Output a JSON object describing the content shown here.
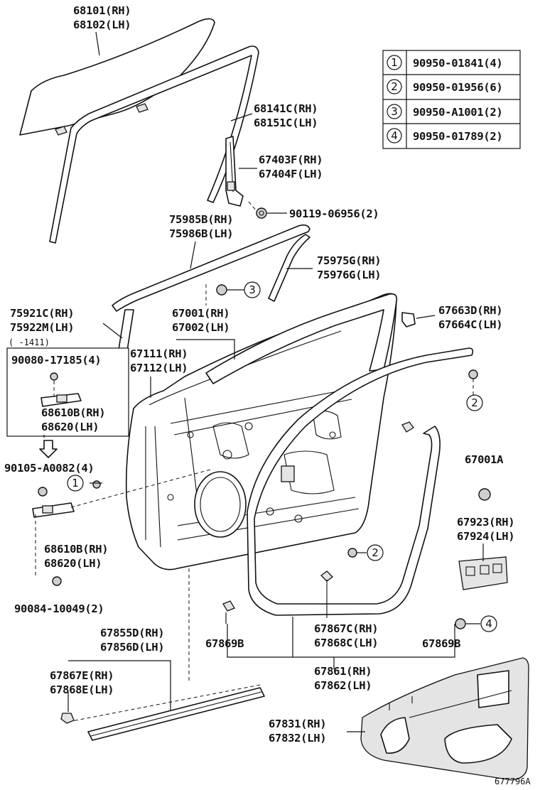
{
  "callouts": {
    "glass": [
      "68101(RH)",
      "68102(LH)"
    ],
    "channel": [
      "68141C(RH)",
      "68151C(LH)"
    ],
    "sub_channel": [
      "67403F(RH)",
      "67404F(LH)"
    ],
    "bolt_90119": "90119-06956(2)",
    "weatherstrip_outer": [
      "75985B(RH)",
      "75986B(LH)"
    ],
    "weatherstrip_vert": [
      "75975G(RH)",
      "75976G(LH)"
    ],
    "moulding": [
      "75921C(RH)",
      "75922M(LH)"
    ],
    "door_panel": [
      "67001(RH)",
      "67002(LH)"
    ],
    "hinge_side": [
      "67111(RH)",
      "67112(LH)"
    ],
    "cover_clip": [
      "67663D(RH)",
      "67664C(LH)"
    ],
    "box_date": "(    -1411)",
    "box_screw": "90080-17185(4)",
    "check_upper": [
      "68610B(RH)",
      "68620(LH)"
    ],
    "bolt_90105": "90105-A0082(4)",
    "check_lower": [
      "68610B(RH)",
      "68620(LH)"
    ],
    "bolt_90084": "90084-10049(2)",
    "plug_67001a": "67001A",
    "silencer": [
      "67923(RH)",
      "67924(LH)"
    ],
    "hole_cover_left": "67869B",
    "hole_cover_right": "67869B",
    "clip_67867c": [
      "67867C(RH)",
      "67868C(LH)"
    ],
    "weatherstrip_door": [
      "67861(RH)",
      "67862(LH)"
    ],
    "lower_seal": [
      "67855D(RH)",
      "67856D(LH)"
    ],
    "lower_clip": [
      "67867E(RH)",
      "67868E(LH)"
    ],
    "trim_board": [
      "67831(RH)",
      "67832(LH)"
    ]
  },
  "parts_table": [
    {
      "num": "1",
      "part": "90950-01841(4)"
    },
    {
      "num": "2",
      "part": "90950-01956(6)"
    },
    {
      "num": "3",
      "part": "90950-A1001(2)"
    },
    {
      "num": "4",
      "part": "90950-01789(2)"
    }
  ],
  "markers": {
    "m3_top": "3",
    "m2_right": "2",
    "m1_left": "1",
    "m2_center": "2",
    "m4_lower": "4"
  },
  "figure_code": "677796A"
}
